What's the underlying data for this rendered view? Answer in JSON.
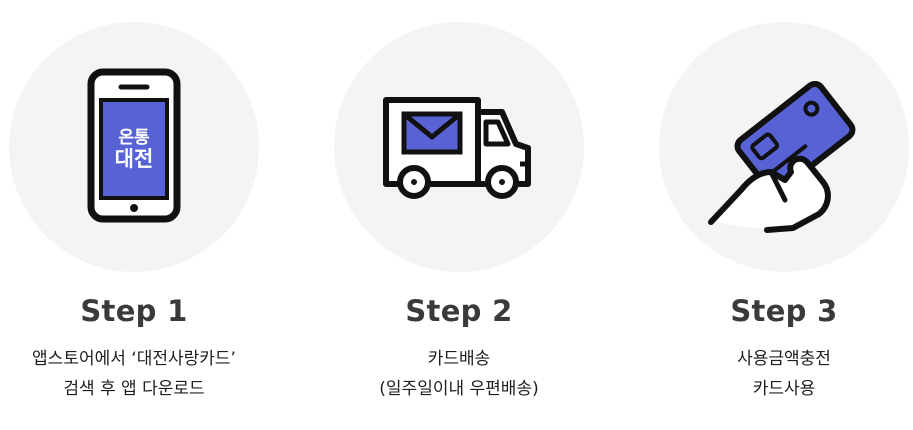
{
  "steps": [
    {
      "title": "Step 1",
      "icon": "smartphone-app-icon",
      "app_label_line1": "온통",
      "app_label_line2": "대전",
      "desc_line1": "앱스토어에서 ‘대전사랑카드’",
      "desc_line2": "검색 후 앱 다운로드"
    },
    {
      "title": "Step 2",
      "icon": "delivery-truck-icon",
      "desc_line1": "카드배송",
      "desc_line2": "(일주일이내 우편배송)"
    },
    {
      "title": "Step 3",
      "icon": "hand-card-icon",
      "desc_line1": "사용금액충전",
      "desc_line2": "카드사용"
    }
  ],
  "colors": {
    "accent": "#5762d5",
    "outline": "#111111",
    "circle_bg": "#f4f4f4",
    "title": "#3a3a3a"
  }
}
